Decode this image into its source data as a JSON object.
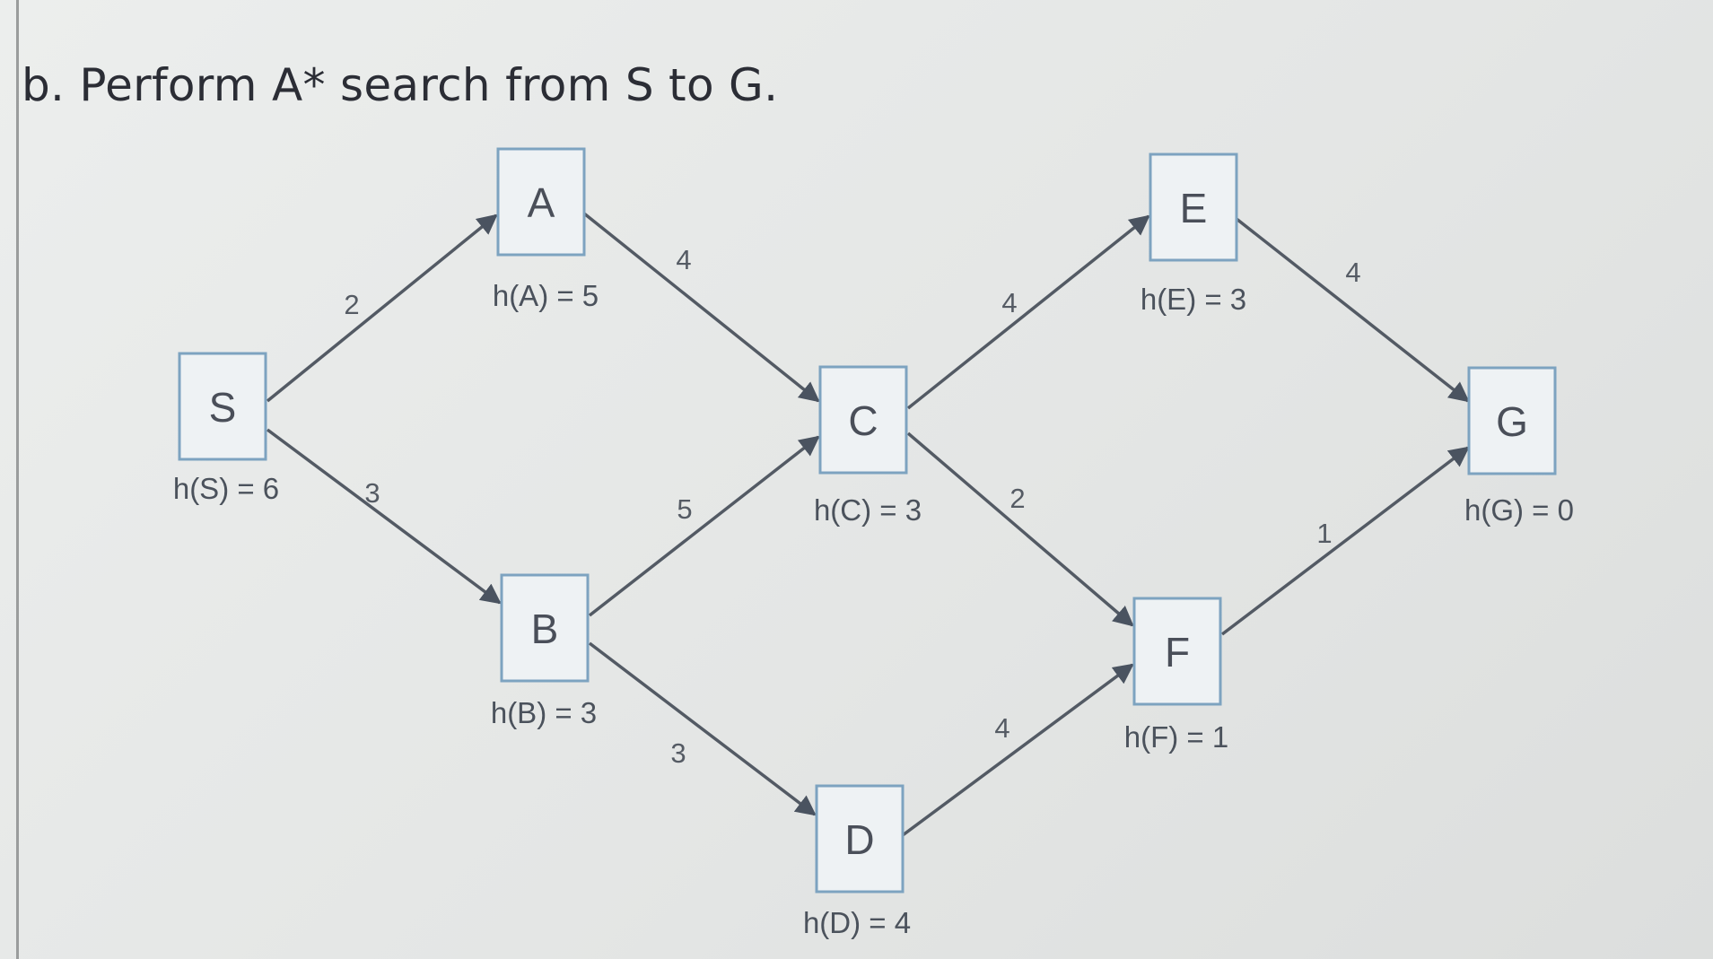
{
  "title": "b. Perform A* search from S to G.",
  "nodes": [
    {
      "id": "S",
      "label": "S",
      "heuristic": "h(S) = 6"
    },
    {
      "id": "A",
      "label": "A",
      "heuristic": "h(A) = 5"
    },
    {
      "id": "B",
      "label": "B",
      "heuristic": "h(B) = 3"
    },
    {
      "id": "C",
      "label": "C",
      "heuristic": "h(C) = 3"
    },
    {
      "id": "D",
      "label": "D",
      "heuristic": "h(D) = 4"
    },
    {
      "id": "E",
      "label": "E",
      "heuristic": "h(E) = 3"
    },
    {
      "id": "F",
      "label": "F",
      "heuristic": "h(F) = 1"
    },
    {
      "id": "G",
      "label": "G",
      "heuristic": "h(G) = 0"
    }
  ],
  "edges": [
    {
      "from": "S",
      "to": "A",
      "weight": "2"
    },
    {
      "from": "S",
      "to": "B",
      "weight": "3"
    },
    {
      "from": "A",
      "to": "C",
      "weight": "4"
    },
    {
      "from": "B",
      "to": "C",
      "weight": "5"
    },
    {
      "from": "B",
      "to": "D",
      "weight": "3"
    },
    {
      "from": "C",
      "to": "E",
      "weight": "4"
    },
    {
      "from": "C",
      "to": "F",
      "weight": "2"
    },
    {
      "from": "D",
      "to": "F",
      "weight": "4"
    },
    {
      "from": "E",
      "to": "G",
      "weight": "4"
    },
    {
      "from": "F",
      "to": "G",
      "weight": "1"
    }
  ]
}
